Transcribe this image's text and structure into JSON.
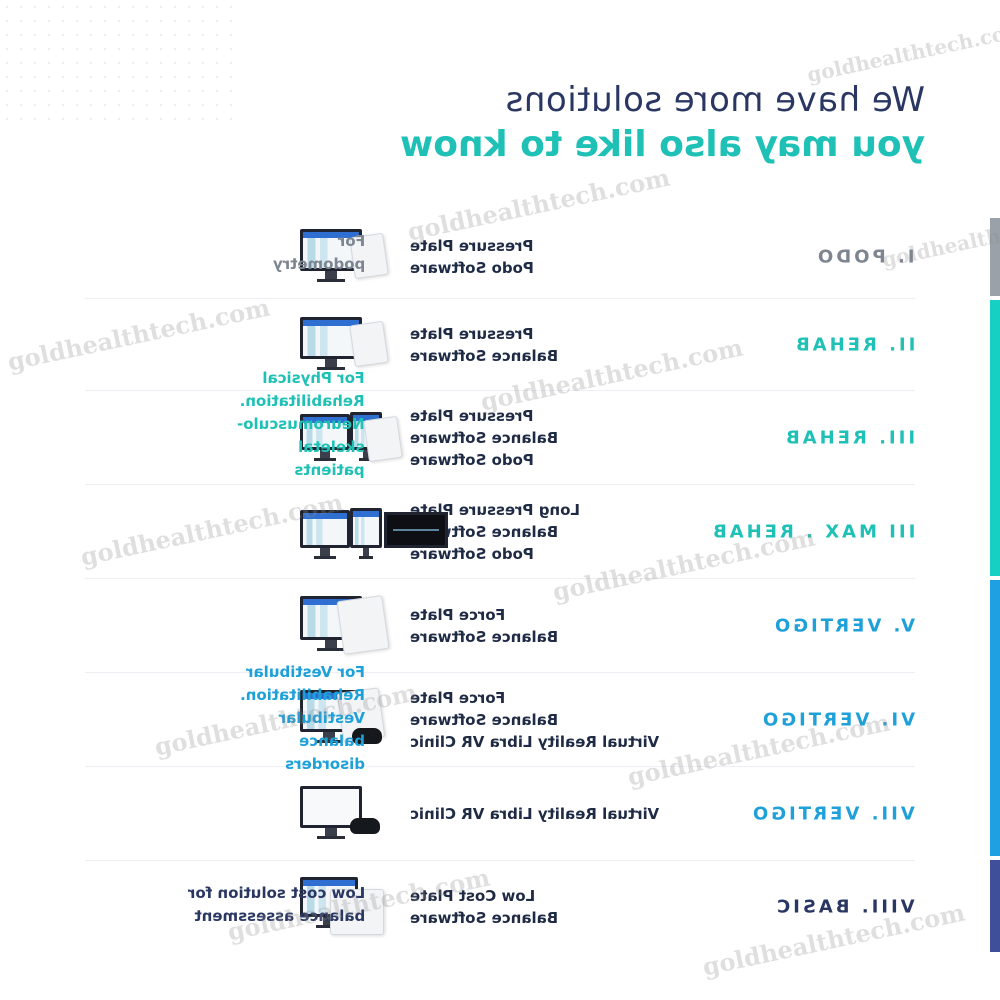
{
  "header": {
    "line1": "We have more solutions",
    "line2": "you may also like to know"
  },
  "colors": {
    "navy": "#2a3763",
    "teal": "#1fc1b6",
    "blue": "#1ea0d9",
    "gray": "#7d8590",
    "bar_gray": "#9aa1a8",
    "bar_teal": "#16d0c3",
    "bar_blue": "#1ea0e2",
    "bar_navy": "#3f4f9a"
  },
  "rows": [
    {
      "label": "I. PODO",
      "products": [
        "Pressure Plate",
        "Podo Software"
      ]
    },
    {
      "label": "II. REHAB",
      "products": [
        "Pressure Plate",
        "Balance Software"
      ]
    },
    {
      "label": "III. REHAB",
      "products": [
        "Pressure Plate",
        "Balance Software",
        "Podo Software"
      ]
    },
    {
      "label": "III MAX . REHAB",
      "products": [
        "Long Pressure Plate",
        "Balance Software",
        "Podo Software"
      ]
    },
    {
      "label": "V. VERTIGO",
      "products": [
        "Force Plate",
        "Balance Software"
      ]
    },
    {
      "label": "VI. VERTIGO",
      "products": [
        "Force Plate",
        "Balance Software",
        "Virtual Reality Libra VR Clinic"
      ]
    },
    {
      "label": "VII. VERTIGO",
      "products": [
        "Virtual Reality Libra VR Clinic"
      ]
    },
    {
      "label": "VIII. BASIC",
      "products": [
        "Low Cost Plate",
        "Balance Software"
      ]
    }
  ],
  "descriptions": {
    "podo": [
      "For",
      "podometry"
    ],
    "rehab": [
      "For Physical",
      "Rehabilitation.",
      "Neuromusculo-",
      "skeletal",
      "patients"
    ],
    "vertigo": [
      "For Vestibular",
      "Rehabilitation.",
      "Vestibular",
      "balance",
      "disorders"
    ],
    "basic": [
      "Low cost solution for",
      "balance assessment"
    ]
  },
  "watermark": "goldhealthtech.com"
}
